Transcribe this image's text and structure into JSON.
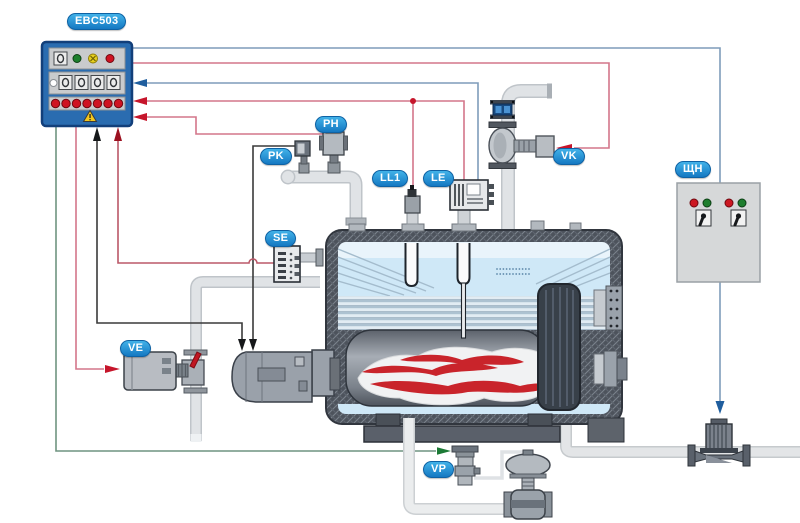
{
  "labels": {
    "panel": "EBC503",
    "ph": "PH",
    "pk": "PK",
    "ll1": "LL1",
    "le": "LE",
    "vk": "VK",
    "shn": "ЩН",
    "se": "SE",
    "ve": "VE",
    "vp": "VP"
  },
  "colors": {
    "blue_line": "#7e9cba",
    "blue_arrow": "#1f5e9e",
    "red_line": "#d4768a",
    "red_arrow": "#c6152b",
    "darkred_line": "#bb5868",
    "darkred_arrow": "#9c1120",
    "black_line": "#3a3a3a",
    "black_arrow": "#16181a",
    "green_line": "#6f9480",
    "green_arrow": "#1c7a35"
  }
}
